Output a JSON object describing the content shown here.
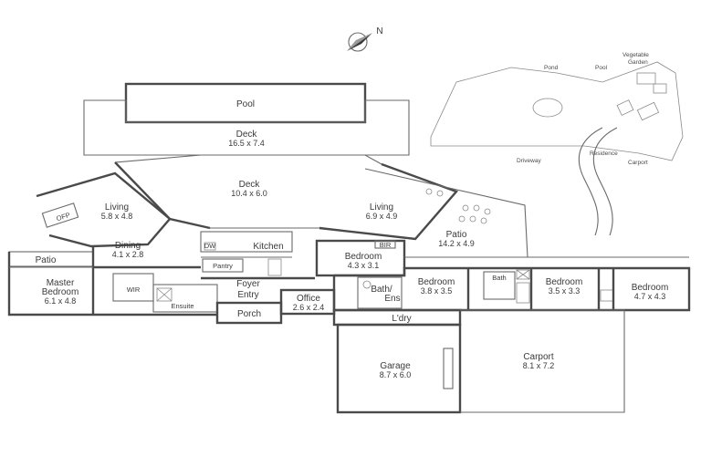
{
  "compass": {
    "label": "N"
  },
  "rooms": {
    "pool": {
      "name": "Pool"
    },
    "deck_main": {
      "name": "Deck",
      "dims": "16.5 x 7.4"
    },
    "deck_upper": {
      "name": "Deck",
      "dims": "10.4 x 6.0"
    },
    "living_left": {
      "name": "Living",
      "dims": "5.8 x 4.8"
    },
    "living_right": {
      "name": "Living",
      "dims": "6.9 x 4.9"
    },
    "dining": {
      "name": "Dining",
      "dims": "4.1 x 2.8"
    },
    "kitchen": {
      "name": "Kitchen"
    },
    "patio_left": {
      "name": "Patio"
    },
    "patio_right": {
      "name": "Patio",
      "dims": "14.2 x 4.9"
    },
    "master_bedroom": {
      "name": "Master",
      "name2": "Bedroom",
      "dims": "6.1 x 4.8"
    },
    "wir": {
      "name": "WIR"
    },
    "ensuite": {
      "name": "Ensuite"
    },
    "pantry": {
      "name": "Pantry"
    },
    "foyer": {
      "name": "Foyer"
    },
    "entry": {
      "name": "Entry"
    },
    "porch": {
      "name": "Porch"
    },
    "office": {
      "name": "Office",
      "dims": "2.6 x 2.4"
    },
    "bedroom_center": {
      "name": "Bedroom",
      "dims": "4.3 x 3.1"
    },
    "bath_ens": {
      "name": "Bath/",
      "name2": "Ens"
    },
    "bedroom_2": {
      "name": "Bedroom",
      "dims": "3.8 x 3.5"
    },
    "bath": {
      "name": "Bath"
    },
    "bedroom_3": {
      "name": "Bedroom",
      "dims": "3.5 x 3.3"
    },
    "bedroom_4": {
      "name": "Bedroom",
      "dims": "4.7 x 4.3"
    },
    "laundry": {
      "name": "L'dry"
    },
    "garage": {
      "name": "Garage",
      "dims": "8.7 x 6.0"
    },
    "carport": {
      "name": "Carport",
      "dims": "8.1 x 7.2"
    }
  },
  "fixtures": {
    "dw": "DW",
    "bir": "BIR",
    "offp": "OFP"
  },
  "site_plan": {
    "pond": "Pond",
    "pool": "Pool",
    "vegetable_garden_1": "Vegetable",
    "vegetable_garden_2": "Garden",
    "residence": "Residence",
    "driveway": "Driveway",
    "carport": "Carport"
  }
}
